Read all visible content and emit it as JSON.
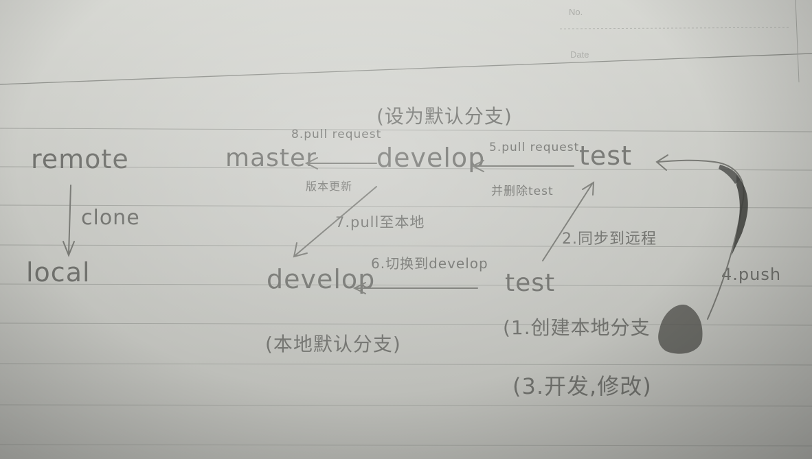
{
  "header": {
    "no_label": "No.",
    "date_label": "Date"
  },
  "remote_side": {
    "remote": "remote",
    "clone": "clone",
    "local": "local"
  },
  "nodes": {
    "remote_master": "master",
    "remote_develop": "develop",
    "remote_test": "test",
    "local_develop": "develop",
    "local_test": "test"
  },
  "notes": {
    "default_branch_remote": "(设为默认分支)",
    "default_branch_local": "(本地默认分支)",
    "step1": "(1.创建本地分支",
    "step2": "2.同步到远程",
    "step3": "(3.开发,修改)",
    "step4": "4.push",
    "step5": "5.pull request",
    "step5b": "并删除test",
    "step6": "6.切换到develop",
    "step7": "7.pull至本地",
    "step8": "8.pull request",
    "step8b": "版本更新"
  },
  "colors": {
    "paper": "#d2d3ce",
    "pencil": "#6f706c",
    "rule": "#9ea09b"
  }
}
